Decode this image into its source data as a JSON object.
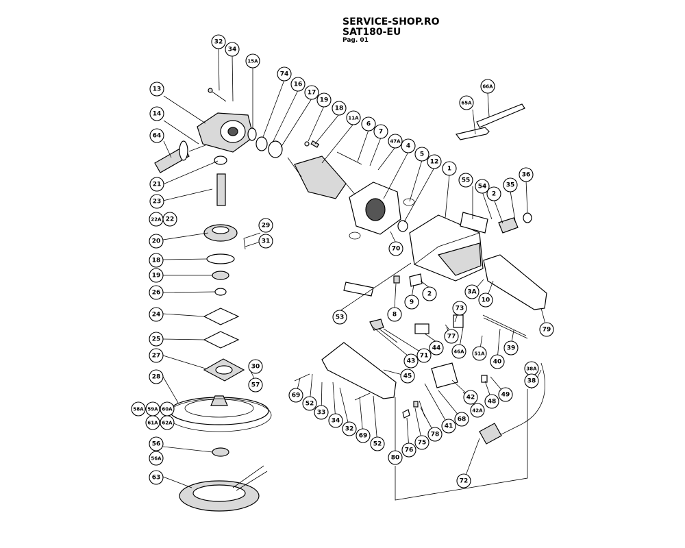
{
  "header": {
    "shop": "SERVICE-SHOP.RO",
    "model": "SAT180-EU",
    "page": "Pag. 01"
  },
  "callouts": [
    "32",
    "34",
    "15A",
    "74",
    "16",
    "17",
    "19",
    "18",
    "11A",
    "6",
    "7",
    "47A",
    "4",
    "5",
    "12",
    "1",
    "13",
    "14",
    "64",
    "21",
    "23",
    "22A",
    "22",
    "20",
    "18",
    "19",
    "26",
    "24",
    "25",
    "27",
    "28",
    "29",
    "31",
    "30",
    "57",
    "58A",
    "59A",
    "60A",
    "61A",
    "62A",
    "56",
    "56A",
    "63",
    "66A",
    "65A",
    "55",
    "54",
    "2",
    "35",
    "36",
    "70",
    "53",
    "8",
    "9",
    "2",
    "3A",
    "10",
    "73",
    "77",
    "44",
    "46A",
    "51A",
    "40",
    "39",
    "79",
    "43",
    "71",
    "45",
    "38A",
    "38",
    "69",
    "52",
    "33",
    "34",
    "32",
    "69",
    "52",
    "42",
    "48",
    "49",
    "42A",
    "68",
    "41",
    "78",
    "75",
    "76",
    "80",
    "72"
  ]
}
